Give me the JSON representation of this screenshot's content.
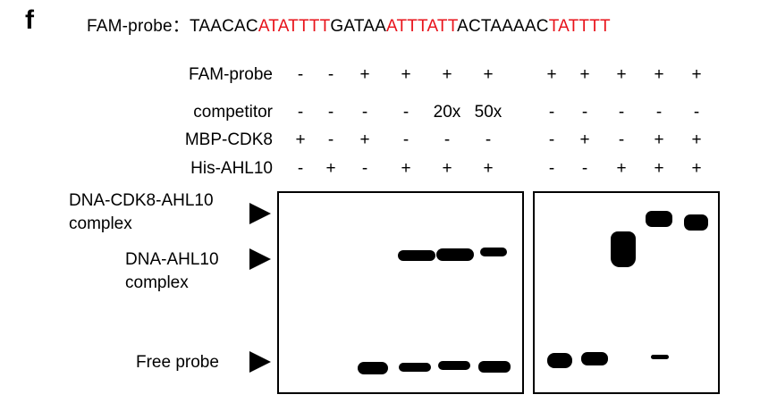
{
  "panel_letter": "f",
  "sequence": {
    "label": "FAM-probe：",
    "segments": [
      {
        "text": "TAACAC",
        "red": false
      },
      {
        "text": "ATATTTT",
        "red": true
      },
      {
        "text": "GATAA",
        "red": false
      },
      {
        "text": "ATTTATT",
        "red": true
      },
      {
        "text": "ACTAAAAC",
        "red": false
      },
      {
        "text": "TATTTT",
        "red": true
      }
    ]
  },
  "rows": [
    {
      "label": "FAM-probe",
      "marks": [
        "-",
        "-",
        "+",
        "+",
        "+",
        "+",
        "+",
        "+",
        "+",
        "+",
        "+"
      ]
    },
    {
      "label": "competitor",
      "marks": [
        "-",
        "-",
        "-",
        "-",
        "20x",
        "50x",
        "-",
        "-",
        "-",
        "-",
        "-"
      ]
    },
    {
      "label": "MBP-CDK8",
      "marks": [
        "+",
        "-",
        "+",
        "-",
        "-",
        "-",
        "-",
        "+",
        "-",
        "+",
        "+"
      ]
    },
    {
      "label": "His-AHL10",
      "marks": [
        "-",
        "+",
        "-",
        "+",
        "+",
        "+",
        "-",
        "-",
        "+",
        "+",
        "+"
      ]
    }
  ],
  "side_labels": {
    "cdk8_complex": [
      "DNA-CDK8-AHL10",
      "complex"
    ],
    "ahl10_complex": [
      "DNA-AHL10",
      "complex"
    ],
    "free_probe": "Free probe"
  }
}
